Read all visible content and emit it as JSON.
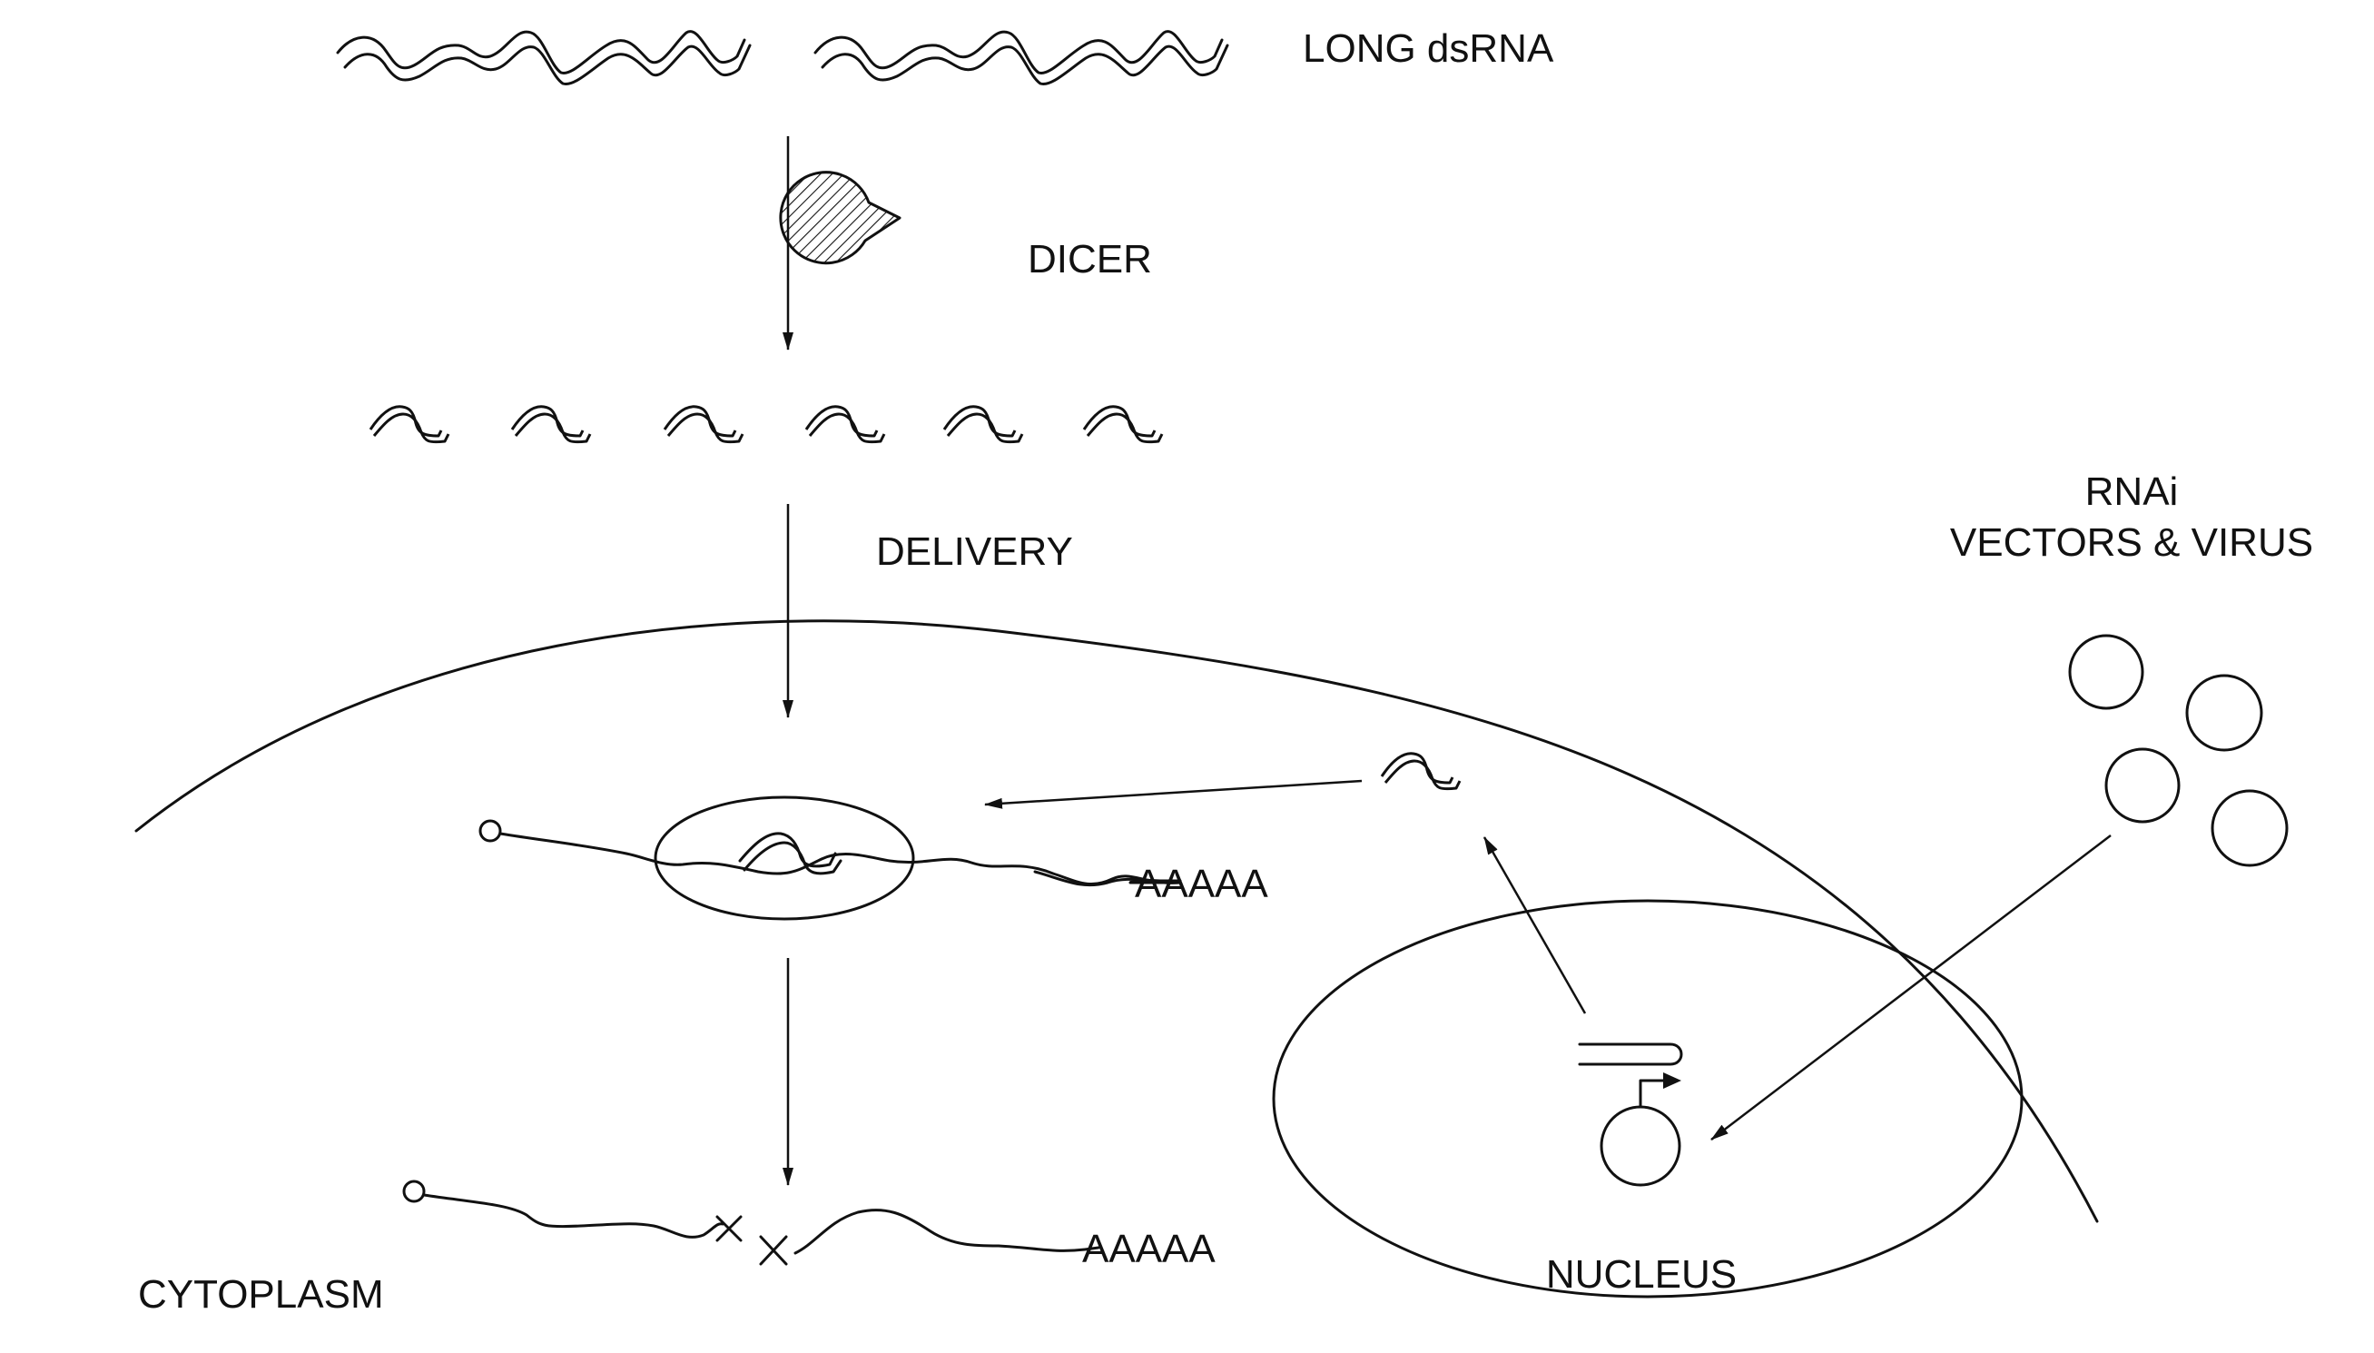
{
  "labels": {
    "long_dsrna": "LONG dsRNA",
    "dicer": "DICER",
    "delivery": "DELIVERY",
    "rnai_line1": "RNAi",
    "rnai_line2": "VECTORS & VIRUS",
    "polya_upper": "AAAAA",
    "polya_lower": "AAAAA",
    "nucleus": "NUCLEUS",
    "cytoplasm": "CYTOPLASM"
  },
  "colors": {
    "ink": "#111111",
    "background": "#ffffff"
  }
}
